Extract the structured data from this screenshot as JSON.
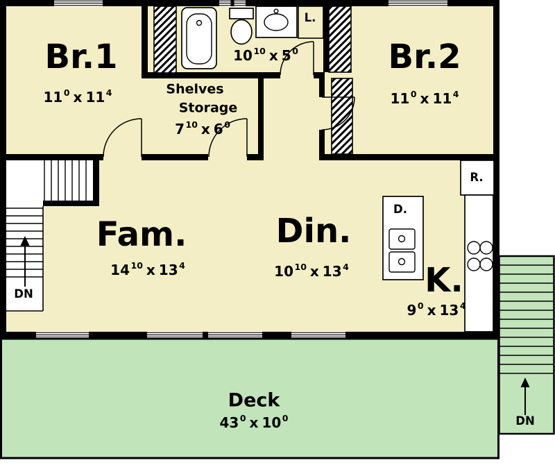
{
  "plan": {
    "rooms": {
      "br1": {
        "name": "Br.1",
        "dim": {
          "f1": "11",
          "i1": "0",
          "sep": "x",
          "f2": "11",
          "i2": "4"
        }
      },
      "br2": {
        "name": "Br.2",
        "dim": {
          "f1": "11",
          "i1": "0",
          "sep": "x",
          "f2": "11",
          "i2": "4"
        }
      },
      "bath": {
        "dim": {
          "f1": "10",
          "i1": "10",
          "sep": "x",
          "f2": "5",
          "i2": "0"
        }
      },
      "storage": {
        "line1": "Shelves",
        "line2": "Storage",
        "dim": {
          "f1": "7",
          "i1": "10",
          "sep": "x",
          "f2": "6",
          "i2": "0"
        }
      },
      "fam": {
        "name": "Fam.",
        "dim": {
          "f1": "14",
          "i1": "10",
          "sep": "x",
          "f2": "13",
          "i2": "4"
        }
      },
      "din": {
        "name": "Din.",
        "dim": {
          "f1": "10",
          "i1": "10",
          "sep": "x",
          "f2": "13",
          "i2": "4"
        }
      },
      "kitchen": {
        "name": "K.",
        "dim": {
          "f1": "9",
          "i1": "0",
          "sep": "x",
          "f2": "13",
          "i2": "4"
        }
      },
      "deck": {
        "name": "Deck",
        "dim": {
          "f1": "43",
          "i1": "0",
          "sep": "x",
          "f2": "10",
          "i2": "0"
        }
      }
    },
    "fixtures": {
      "linen": "L.",
      "refrigerator": "R.",
      "dishwasher": "D."
    },
    "stairs": {
      "left_down": "DN",
      "right_down": "DN"
    }
  },
  "colors": {
    "floor": "#f3eec5",
    "deck": "#c1e4bb",
    "wall": "#000000",
    "fixture": "#ffffff"
  }
}
